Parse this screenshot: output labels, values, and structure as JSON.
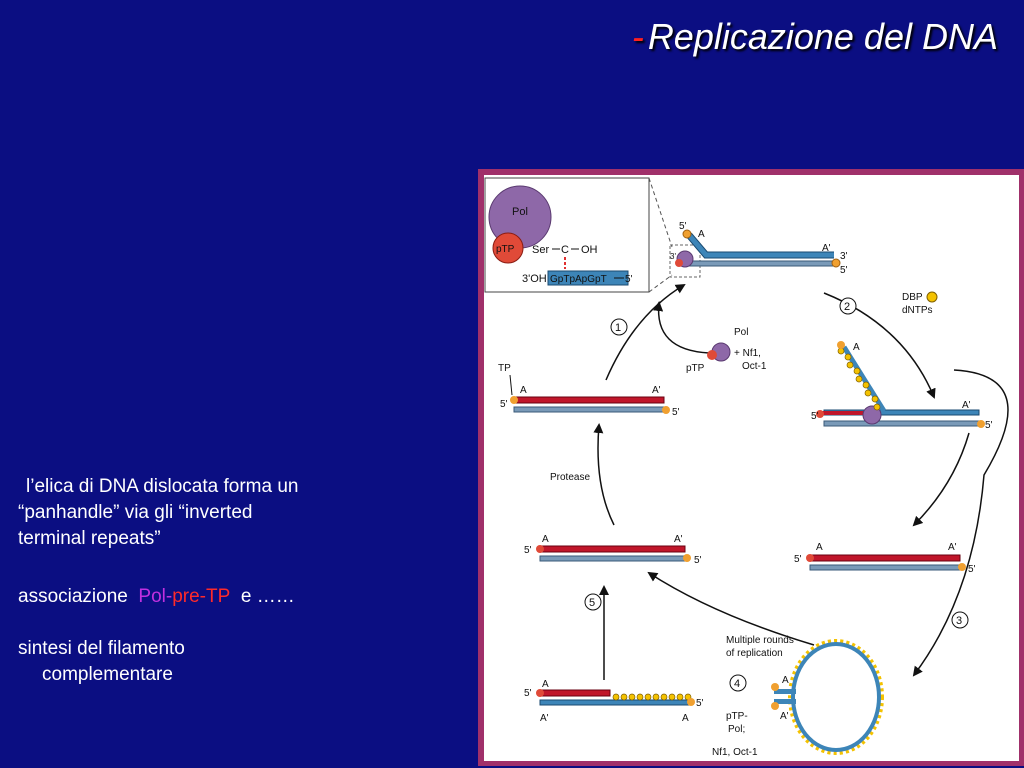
{
  "title": "Replicazione del DNA",
  "title_dash": "-",
  "text": {
    "line1": "l’elica di DNA dislocata forma un",
    "line2": "“panhandle” via  gli “inverted",
    "line3": "terminal  repeats”",
    "assoc_prefix": "associazione",
    "assoc_pol": "Pol",
    "assoc_sep": "-",
    "assoc_pre": "pre-TP",
    "assoc_suffix": "e ……",
    "synth1": "sintesi  del filamento",
    "synth2": "complementare"
  },
  "diagram": {
    "inset": {
      "pol": "Pol",
      "ptp": "pTP",
      "ser": "Ser",
      "c": "C",
      "oh": "OH",
      "oh3": "3'OH",
      "seq": "GpTpApGpT",
      "five": "5'"
    },
    "labels": {
      "s1_5": "5'",
      "s1_3": "3'",
      "s1_A": "A",
      "s1_Ap": "A'",
      "s1_3b": "3'",
      "s1_5b": "5'",
      "step1": "1",
      "step2": "2",
      "step3": "3",
      "step4": "4",
      "step5": "5",
      "dbp": "DBP",
      "dntps": "dNTPs",
      "pol": "Pol",
      "nf1": "+ Nf1,",
      "oct1": "Oct-1",
      "ptp": "pTP",
      "tp": "TP",
      "protease": "Protease",
      "multiple1": "Multiple rounds",
      "multiple2": "of replication",
      "ptp_pol1": "pTP-",
      "ptp_pol2": "Pol;",
      "nf1_oct": "Nf1, Oct-1",
      "A": "A",
      "Ap": "A'",
      "five": "5'"
    }
  },
  "colors": {
    "background": "#0b0e82",
    "frame": "#a0306a",
    "red_strand": "#c0162a",
    "blue_strand": "#2a6ea0",
    "pol": "#8e68a8",
    "ptp": "#e04a38",
    "dbp": "#f4c200"
  }
}
